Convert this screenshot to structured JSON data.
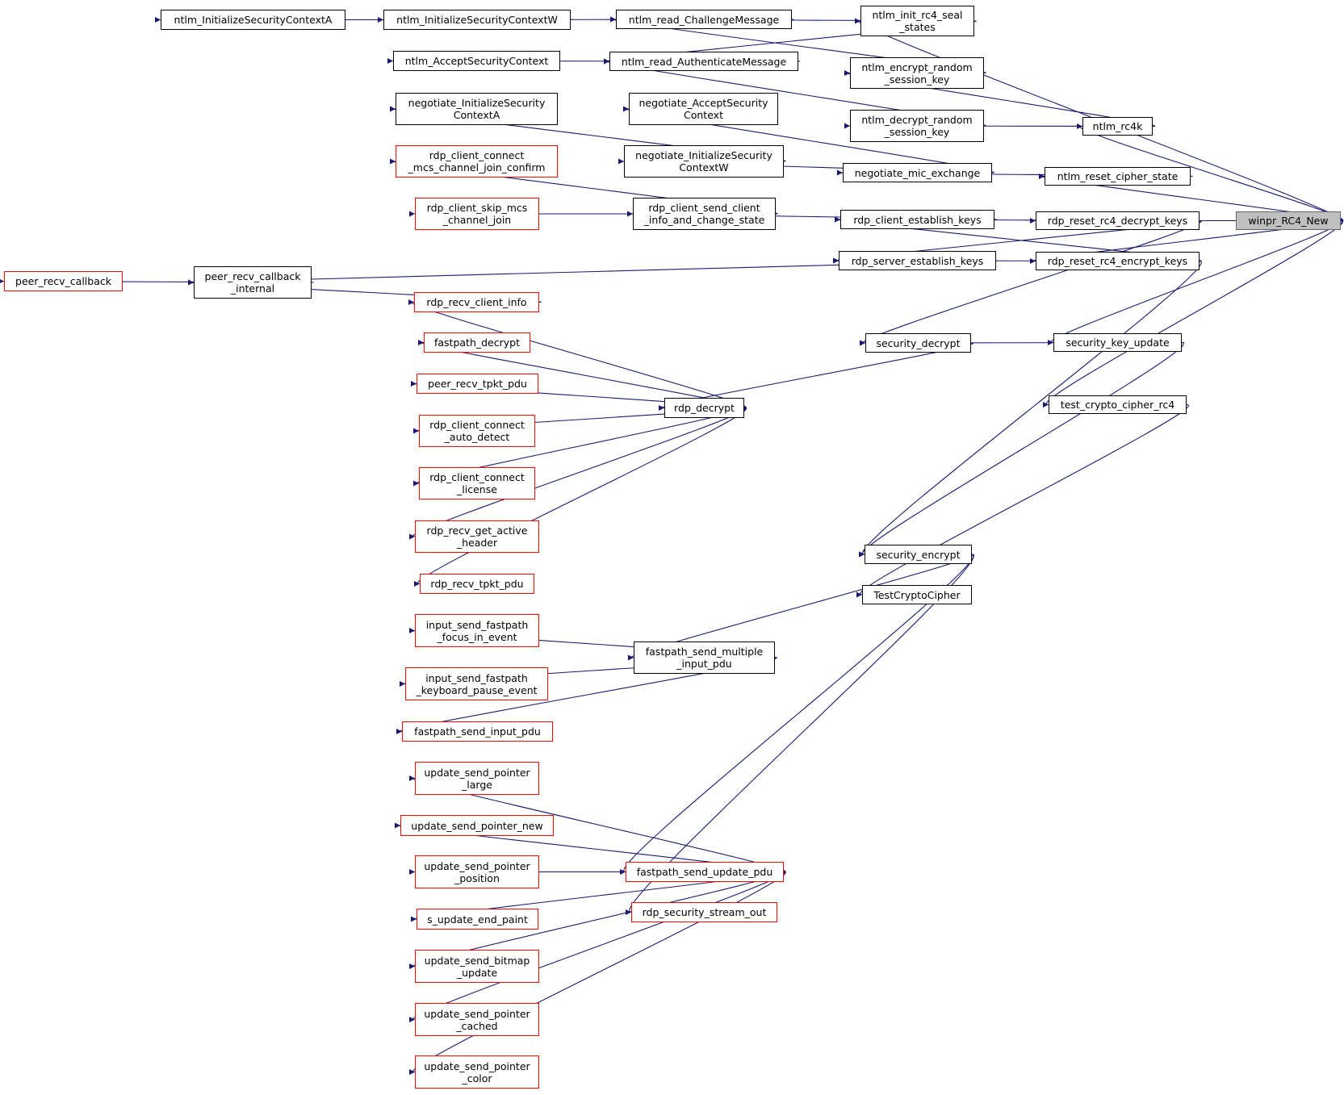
{
  "graph": {
    "edge_color": "#191970",
    "root_fill": "#bfbfbf",
    "nodes": {
      "winpr_RC4_New": {
        "label": "winpr_RC4_New",
        "kind": "root"
      },
      "ntlm_init_rc4_seal_states": {
        "label": "ntlm_init_rc4_seal\n_states",
        "kind": "normal"
      },
      "ntlm_rc4k": {
        "label": "ntlm_rc4k",
        "kind": "normal"
      },
      "ntlm_reset_cipher_state": {
        "label": "ntlm_reset_cipher_state",
        "kind": "normal"
      },
      "rdp_reset_rc4_decrypt_keys": {
        "label": "rdp_reset_rc4_decrypt_keys",
        "kind": "normal"
      },
      "rdp_reset_rc4_encrypt_keys": {
        "label": "rdp_reset_rc4_encrypt_keys",
        "kind": "normal"
      },
      "security_key_update": {
        "label": "security_key_update",
        "kind": "normal"
      },
      "test_crypto_cipher_rc4": {
        "label": "test_crypto_cipher_rc4",
        "kind": "normal"
      },
      "ntlm_encrypt_random_session_key": {
        "label": "ntlm_encrypt_random\n_session_key",
        "kind": "normal"
      },
      "ntlm_decrypt_random_session_key": {
        "label": "ntlm_decrypt_random\n_session_key",
        "kind": "normal"
      },
      "negotiate_mic_exchange": {
        "label": "negotiate_mic_exchange",
        "kind": "normal"
      },
      "rdp_client_establish_keys": {
        "label": "rdp_client_establish_keys",
        "kind": "normal"
      },
      "rdp_server_establish_keys": {
        "label": "rdp_server_establish_keys",
        "kind": "normal"
      },
      "security_decrypt": {
        "label": "security_decrypt",
        "kind": "normal"
      },
      "security_encrypt": {
        "label": "security_encrypt",
        "kind": "normal"
      },
      "TestCryptoCipher": {
        "label": "TestCryptoCipher",
        "kind": "normal"
      },
      "ntlm_read_ChallengeMessage": {
        "label": "ntlm_read_ChallengeMessage",
        "kind": "normal"
      },
      "ntlm_read_AuthenticateMessage": {
        "label": "ntlm_read_AuthenticateMessage",
        "kind": "normal"
      },
      "negotiate_AcceptSecurityContext": {
        "label": "negotiate_AcceptSecurity\nContext",
        "kind": "normal"
      },
      "negotiate_InitializeSecurityContextW": {
        "label": "negotiate_InitializeSecurity\nContextW",
        "kind": "normal"
      },
      "rdp_client_send_client_info_and_change_state": {
        "label": "rdp_client_send_client\n_info_and_change_state",
        "kind": "normal"
      },
      "rdp_decrypt": {
        "label": "rdp_decrypt",
        "kind": "normal"
      },
      "fastpath_send_multiple_input_pdu": {
        "label": "fastpath_send_multiple\n_input_pdu",
        "kind": "normal"
      },
      "fastpath_send_update_pdu": {
        "label": "fastpath_send_update_pdu",
        "kind": "truncated"
      },
      "rdp_security_stream_out": {
        "label": "rdp_security_stream_out",
        "kind": "truncated"
      },
      "ntlm_InitializeSecurityContextW": {
        "label": "ntlm_InitializeSecurityContextW",
        "kind": "normal"
      },
      "ntlm_AcceptSecurityContext": {
        "label": "ntlm_AcceptSecurityContext",
        "kind": "normal"
      },
      "negotiate_InitializeSecurityContextA": {
        "label": "negotiate_InitializeSecurity\nContextA",
        "kind": "normal"
      },
      "rdp_client_connect_mcs_channel_join_confirm": {
        "label": "rdp_client_connect\n_mcs_channel_join_confirm",
        "kind": "truncated"
      },
      "rdp_client_skip_mcs_channel_join": {
        "label": "rdp_client_skip_mcs\n_channel_join",
        "kind": "truncated"
      },
      "peer_recv_callback_internal": {
        "label": "peer_recv_callback\n_internal",
        "kind": "normal"
      },
      "rdp_recv_client_info": {
        "label": "rdp_recv_client_info",
        "kind": "truncated"
      },
      "fastpath_decrypt": {
        "label": "fastpath_decrypt",
        "kind": "truncated"
      },
      "peer_recv_tpkt_pdu": {
        "label": "peer_recv_tpkt_pdu",
        "kind": "truncated"
      },
      "rdp_client_connect_auto_detect": {
        "label": "rdp_client_connect\n_auto_detect",
        "kind": "truncated"
      },
      "rdp_client_connect_license": {
        "label": "rdp_client_connect\n_license",
        "kind": "truncated"
      },
      "rdp_recv_get_active_header": {
        "label": "rdp_recv_get_active\n_header",
        "kind": "truncated"
      },
      "rdp_recv_tpkt_pdu": {
        "label": "rdp_recv_tpkt_pdu",
        "kind": "truncated"
      },
      "input_send_fastpath_focus_in_event": {
        "label": "input_send_fastpath\n_focus_in_event",
        "kind": "truncated"
      },
      "input_send_fastpath_keyboard_pause_event": {
        "label": "input_send_fastpath\n_keyboard_pause_event",
        "kind": "truncated"
      },
      "fastpath_send_input_pdu": {
        "label": "fastpath_send_input_pdu",
        "kind": "truncated"
      },
      "update_send_pointer_large": {
        "label": "update_send_pointer\n_large",
        "kind": "truncated"
      },
      "update_send_pointer_new": {
        "label": "update_send_pointer_new",
        "kind": "truncated"
      },
      "update_send_pointer_position": {
        "label": "update_send_pointer\n_position",
        "kind": "truncated"
      },
      "s_update_end_paint": {
        "label": "s_update_end_paint",
        "kind": "truncated"
      },
      "update_send_bitmap_update": {
        "label": "update_send_bitmap\n_update",
        "kind": "truncated"
      },
      "update_send_pointer_cached": {
        "label": "update_send_pointer\n_cached",
        "kind": "truncated"
      },
      "update_send_pointer_color": {
        "label": "update_send_pointer\n_color",
        "kind": "truncated"
      },
      "ntlm_InitializeSecurityContextA": {
        "label": "ntlm_InitializeSecurityContextA",
        "kind": "normal"
      },
      "peer_recv_callback": {
        "label": "peer_recv_callback",
        "kind": "truncated"
      }
    },
    "edges": [
      [
        "ntlm_init_rc4_seal_states",
        "winpr_RC4_New"
      ],
      [
        "ntlm_rc4k",
        "winpr_RC4_New"
      ],
      [
        "ntlm_reset_cipher_state",
        "winpr_RC4_New"
      ],
      [
        "rdp_reset_rc4_decrypt_keys",
        "winpr_RC4_New"
      ],
      [
        "rdp_reset_rc4_encrypt_keys",
        "winpr_RC4_New"
      ],
      [
        "security_key_update",
        "winpr_RC4_New"
      ],
      [
        "test_crypto_cipher_rc4",
        "winpr_RC4_New"
      ],
      [
        "ntlm_read_ChallengeMessage",
        "ntlm_init_rc4_seal_states"
      ],
      [
        "ntlm_read_AuthenticateMessage",
        "ntlm_init_rc4_seal_states"
      ],
      [
        "ntlm_encrypt_random_session_key",
        "ntlm_rc4k"
      ],
      [
        "ntlm_decrypt_random_session_key",
        "ntlm_rc4k"
      ],
      [
        "ntlm_read_ChallengeMessage",
        "ntlm_encrypt_random_session_key"
      ],
      [
        "ntlm_read_AuthenticateMessage",
        "ntlm_decrypt_random_session_key"
      ],
      [
        "ntlm_InitializeSecurityContextW",
        "ntlm_read_ChallengeMessage"
      ],
      [
        "ntlm_InitializeSecurityContextA",
        "ntlm_InitializeSecurityContextW"
      ],
      [
        "ntlm_AcceptSecurityContext",
        "ntlm_read_AuthenticateMessage"
      ],
      [
        "negotiate_mic_exchange",
        "ntlm_reset_cipher_state"
      ],
      [
        "negotiate_AcceptSecurityContext",
        "negotiate_mic_exchange"
      ],
      [
        "negotiate_InitializeSecurityContextW",
        "negotiate_mic_exchange"
      ],
      [
        "negotiate_InitializeSecurityContextA",
        "negotiate_InitializeSecurityContextW"
      ],
      [
        "rdp_client_establish_keys",
        "rdp_reset_rc4_decrypt_keys"
      ],
      [
        "rdp_server_establish_keys",
        "rdp_reset_rc4_decrypt_keys"
      ],
      [
        "security_decrypt",
        "rdp_reset_rc4_decrypt_keys"
      ],
      [
        "rdp_client_establish_keys",
        "rdp_reset_rc4_encrypt_keys"
      ],
      [
        "rdp_server_establish_keys",
        "rdp_reset_rc4_encrypt_keys"
      ],
      [
        "security_encrypt",
        "rdp_reset_rc4_encrypt_keys"
      ],
      [
        "rdp_client_send_client_info_and_change_state",
        "rdp_client_establish_keys"
      ],
      [
        "rdp_client_connect_mcs_channel_join_confirm",
        "rdp_client_send_client_info_and_change_state"
      ],
      [
        "rdp_client_skip_mcs_channel_join",
        "rdp_client_send_client_info_and_change_state"
      ],
      [
        "peer_recv_callback_internal",
        "rdp_server_establish_keys"
      ],
      [
        "peer_recv_callback",
        "peer_recv_callback_internal"
      ],
      [
        "security_decrypt",
        "security_key_update"
      ],
      [
        "security_encrypt",
        "security_key_update"
      ],
      [
        "TestCryptoCipher",
        "test_crypto_cipher_rc4"
      ],
      [
        "rdp_decrypt",
        "security_decrypt"
      ],
      [
        "rdp_recv_client_info",
        "rdp_decrypt"
      ],
      [
        "peer_recv_callback_internal",
        "rdp_recv_client_info"
      ],
      [
        "fastpath_decrypt",
        "rdp_decrypt"
      ],
      [
        "peer_recv_tpkt_pdu",
        "rdp_decrypt"
      ],
      [
        "rdp_client_connect_auto_detect",
        "rdp_decrypt"
      ],
      [
        "rdp_client_connect_license",
        "rdp_decrypt"
      ],
      [
        "rdp_recv_get_active_header",
        "rdp_decrypt"
      ],
      [
        "rdp_recv_tpkt_pdu",
        "rdp_decrypt"
      ],
      [
        "fastpath_send_multiple_input_pdu",
        "security_encrypt"
      ],
      [
        "fastpath_send_update_pdu",
        "security_encrypt"
      ],
      [
        "rdp_security_stream_out",
        "security_encrypt"
      ],
      [
        "input_send_fastpath_focus_in_event",
        "fastpath_send_multiple_input_pdu"
      ],
      [
        "input_send_fastpath_keyboard_pause_event",
        "fastpath_send_multiple_input_pdu"
      ],
      [
        "fastpath_send_input_pdu",
        "fastpath_send_multiple_input_pdu"
      ],
      [
        "update_send_pointer_large",
        "fastpath_send_update_pdu"
      ],
      [
        "update_send_pointer_new",
        "fastpath_send_update_pdu"
      ],
      [
        "update_send_pointer_position",
        "fastpath_send_update_pdu"
      ],
      [
        "s_update_end_paint",
        "fastpath_send_update_pdu"
      ],
      [
        "update_send_bitmap_update",
        "fastpath_send_update_pdu"
      ],
      [
        "update_send_pointer_cached",
        "fastpath_send_update_pdu"
      ],
      [
        "update_send_pointer_color",
        "fastpath_send_update_pdu"
      ]
    ]
  }
}
